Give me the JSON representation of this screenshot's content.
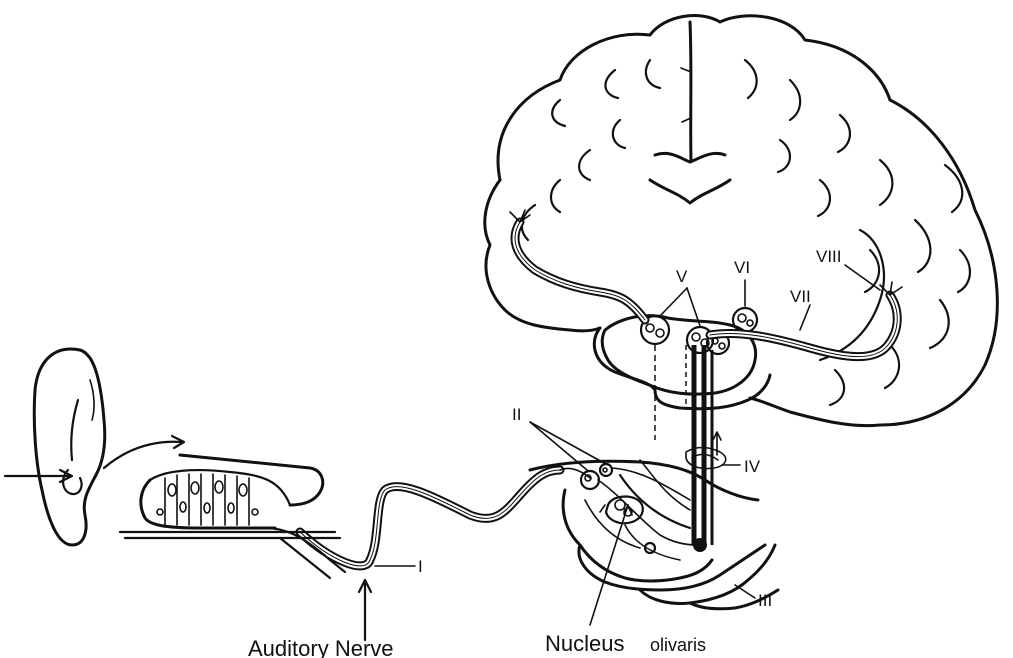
{
  "labels": {
    "auditory_nerve": "Auditory Nerve",
    "nucleus_main": "Nucleus",
    "nucleus_sub": "olivaris",
    "i": "I",
    "ii": "II",
    "iii": "III",
    "iv": "IV",
    "v": "V",
    "vi": "VI",
    "vii": "VII",
    "viii": "VIII"
  },
  "colors": {
    "ink": "#111111",
    "paper": "#ffffff"
  }
}
